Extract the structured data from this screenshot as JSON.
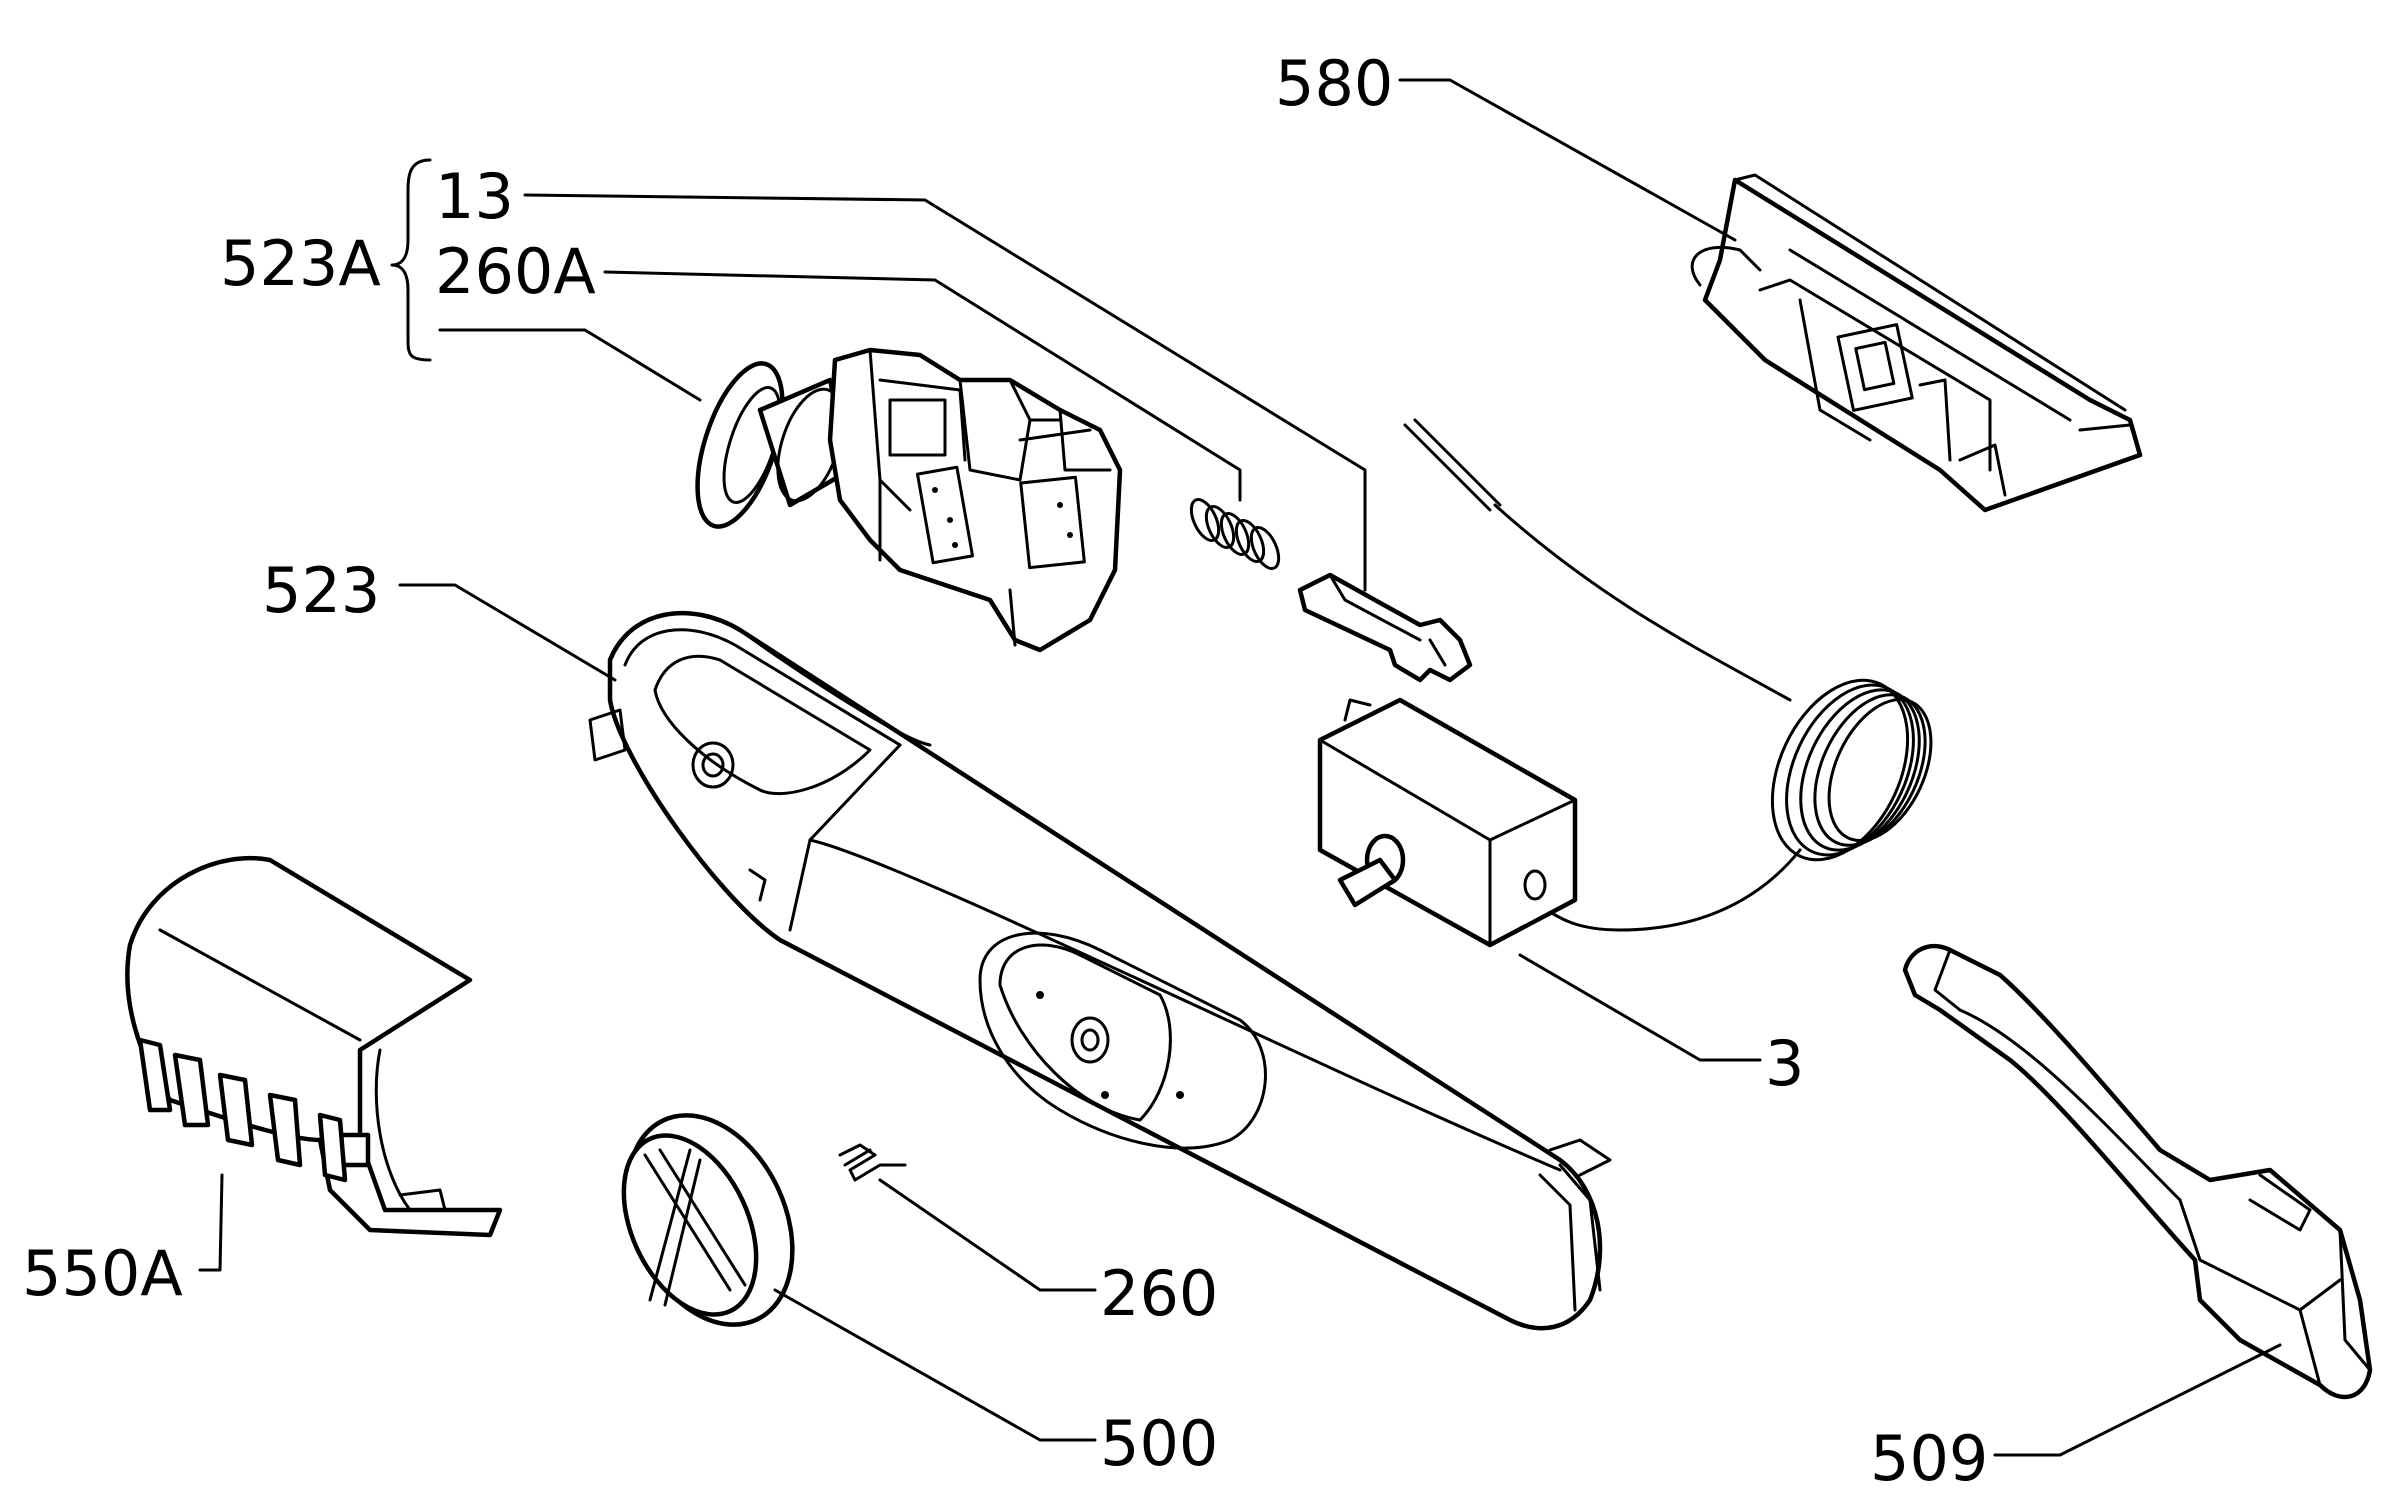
{
  "diagram": {
    "labels": {
      "l580": "580",
      "l13": "13",
      "l260a": "260A",
      "l523a": "523A",
      "l523": "523",
      "l3": "3",
      "l550a": "550A",
      "l260": "260",
      "l500": "500",
      "l509": "509"
    }
  }
}
